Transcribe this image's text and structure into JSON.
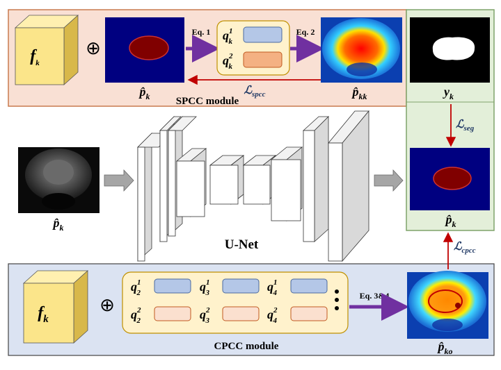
{
  "spcc": {
    "title": "SPCC module",
    "feature": {
      "symbol": "f",
      "sub": "k"
    },
    "oplus": "⊕",
    "pred_label": {
      "symbol": "p̂",
      "sub": "k"
    },
    "eq1": "Eq. 1",
    "eq2": "Eq. 2",
    "q1": {
      "symbol": "q",
      "sub": "k",
      "sup": "1"
    },
    "q2": {
      "symbol": "q",
      "sub": "k",
      "sup": "2"
    },
    "out_label": {
      "symbol": "p̂",
      "sub": "kk"
    },
    "loss": {
      "symbol": "ℒ",
      "sub": "spcc"
    }
  },
  "unet": {
    "title": "U-Net",
    "input_label": {
      "symbol": "p̂",
      "sub": "k"
    }
  },
  "right": {
    "gt_label": {
      "symbol": "y",
      "sub": "k"
    },
    "loss_seg": {
      "symbol": "ℒ",
      "sub": "seg"
    },
    "pred_label": {
      "symbol": "p̂",
      "sub": "k"
    },
    "loss_cpcc": {
      "symbol": "ℒ",
      "sub": "cpcc"
    }
  },
  "cpcc": {
    "title": "CPCC module",
    "feature": {
      "symbol": "f",
      "sub": "k"
    },
    "oplus": "⊕",
    "eq": "Eq. 3&4",
    "dots": "⋮",
    "row1": [
      {
        "symbol": "q",
        "sub": "2",
        "sup": "1"
      },
      {
        "symbol": "q",
        "sub": "3",
        "sup": "1"
      },
      {
        "symbol": "q",
        "sub": "4",
        "sup": "1"
      }
    ],
    "row2": [
      {
        "symbol": "q",
        "sub": "2",
        "sup": "2"
      },
      {
        "symbol": "q",
        "sub": "3",
        "sup": "2"
      },
      {
        "symbol": "q",
        "sub": "4",
        "sup": "2"
      }
    ],
    "out_label": {
      "symbol": "p̂",
      "sub": "ko"
    }
  },
  "colors": {
    "spcc_bg": "#f9e0d4",
    "spcc_border": "#c97a4e",
    "cpcc_bg": "#dbe3f2",
    "right_bg": "#e3efd9",
    "right_border": "#7fa36a",
    "cube_face": "#fbe58a",
    "cube_side": "#d8b84a",
    "slot_blue": "#b4c7e7",
    "slot_orange": "#f4b183",
    "slot_orange_light": "#fbe0cf",
    "q_box": "#fff2cc",
    "q_box_border": "#bf9000",
    "arrow_purple": "#7030a0",
    "arrow_red": "#c00000",
    "loss_text": "#1f3864",
    "mri_bg": "#000080",
    "mask_red": "#800000"
  }
}
